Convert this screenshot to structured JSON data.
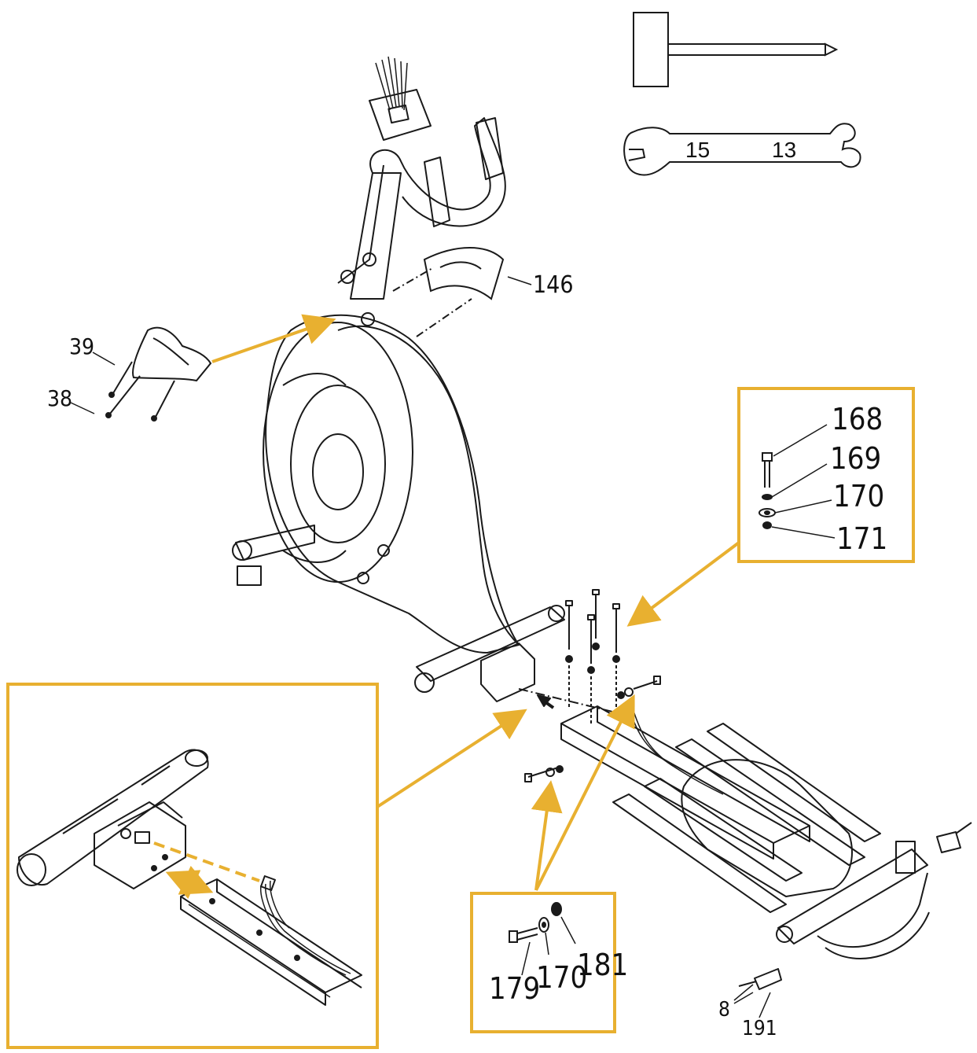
{
  "labels": {
    "l146": "146",
    "l39": "39",
    "l38": "38",
    "l168": "168",
    "l169": "169",
    "l170": "170",
    "l171": "171",
    "l179": "179",
    "l170b": "170",
    "l181": "181",
    "l8": "8",
    "l191": "191"
  },
  "wrench": {
    "size_left": "15",
    "size_right": "13"
  },
  "colors": {
    "callout": "#E8B030",
    "line": "#1a1a1a",
    "background": "#ffffff"
  },
  "icons": {
    "screwdriver": "screwdriver-icon",
    "wrench": "wrench-icon"
  }
}
